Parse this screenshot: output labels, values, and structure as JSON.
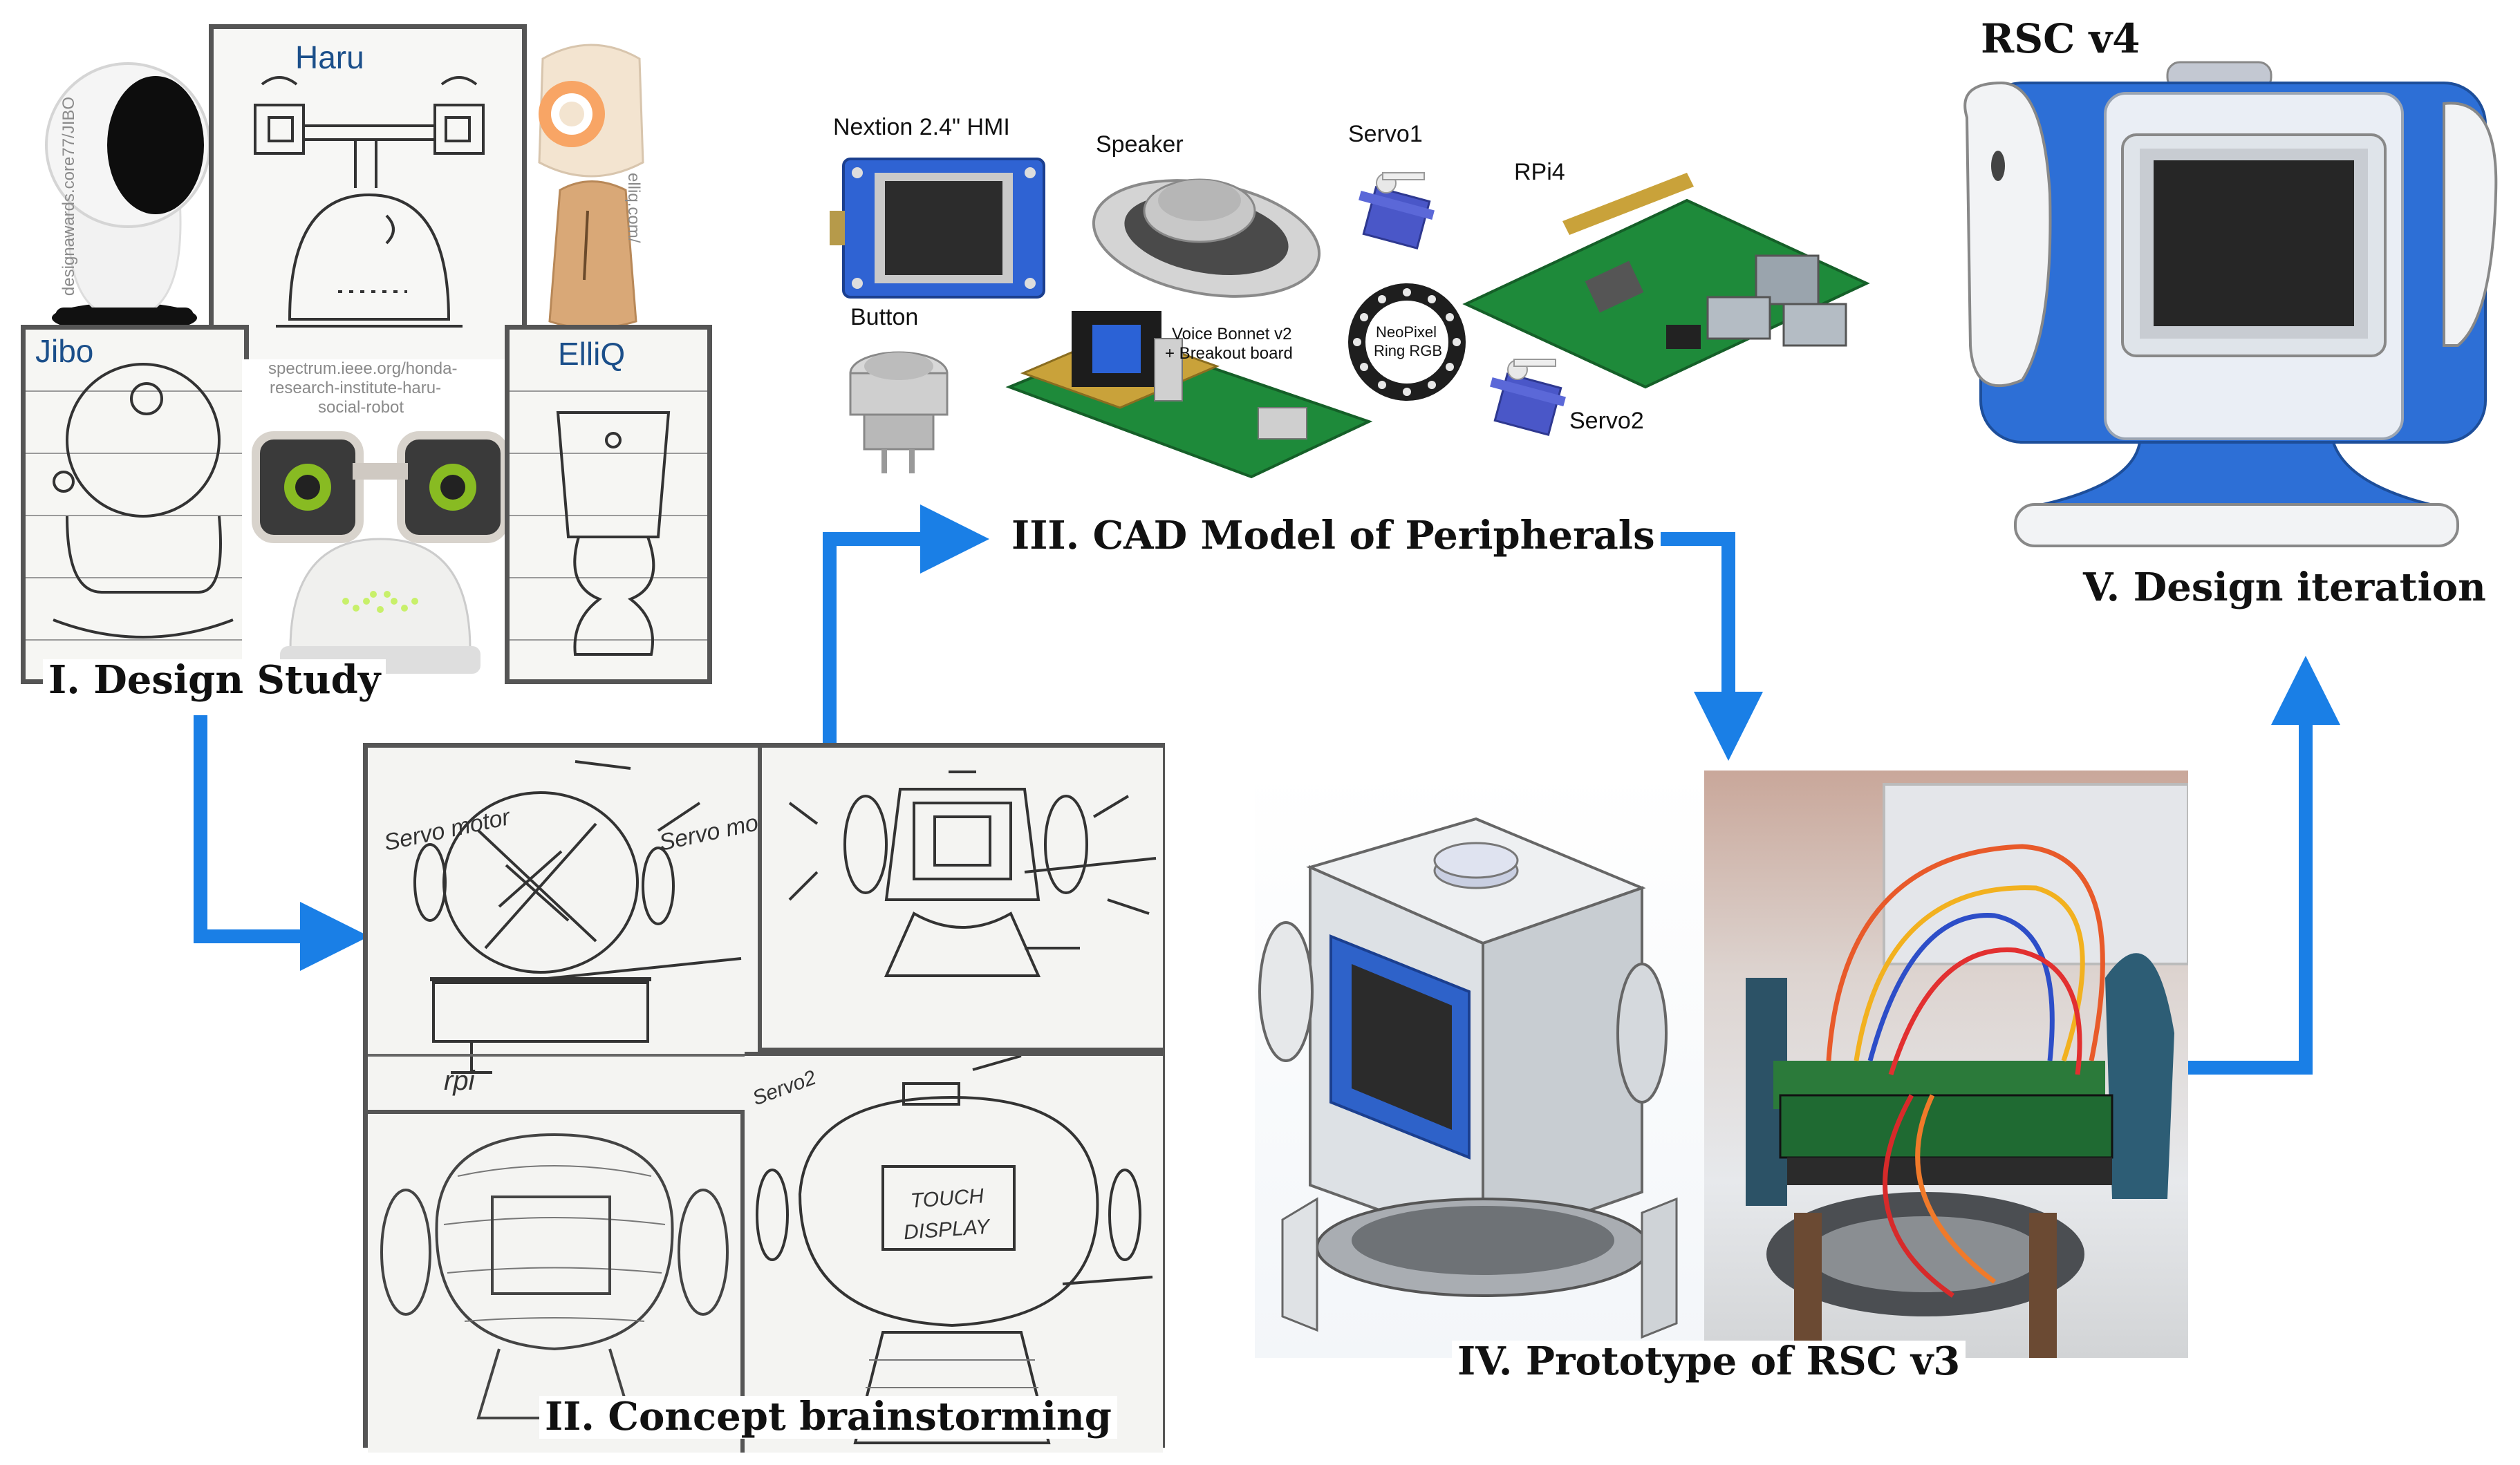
{
  "stages": {
    "design_study": "I. Design Study",
    "concept": "II. Concept brainstorming",
    "cad": "III. CAD Model of Peripherals",
    "prototype": "IV. Prototype of RSC v3",
    "iteration": "V. Design iteration"
  },
  "design_study": {
    "haru": "Haru",
    "jibo": "Jibo",
    "elliq": "ElliQ",
    "url_jibo": "designawards.core77/JIBO",
    "url_elliq": "elliq.com/",
    "url_haru_1": "spectrum.ieee.org/honda-",
    "url_haru_2": "research-institute-haru-",
    "url_haru_3": "social-robot"
  },
  "cad_parts": {
    "nextion": "Nextion 2.4\" HMI",
    "speaker": "Speaker",
    "servo1": "Servo1",
    "rpi4": "RPi4",
    "button": "Button",
    "voice_bonnet_1": "Voice Bonnet v2",
    "voice_bonnet_2": "+ Breakout board",
    "neopixel_1": "NeoPixel",
    "neopixel_2": "Ring RGB",
    "servo2": "Servo2"
  },
  "sketch_notes": {
    "touch_1": "TOUCH",
    "touch_2": "DISPLAY",
    "servo_motor_1": "Servo motor",
    "servo_motor_2": "Servo motor",
    "rpi": "rpi",
    "servo2": "Servo2"
  },
  "iteration": {
    "model_name": "RSC v4"
  },
  "colors": {
    "arrow": "#1a7fe6",
    "robot_blue": "#2d6fd6",
    "pcb_green": "#1e8a3a",
    "servo_blue": "#4a57c8"
  }
}
